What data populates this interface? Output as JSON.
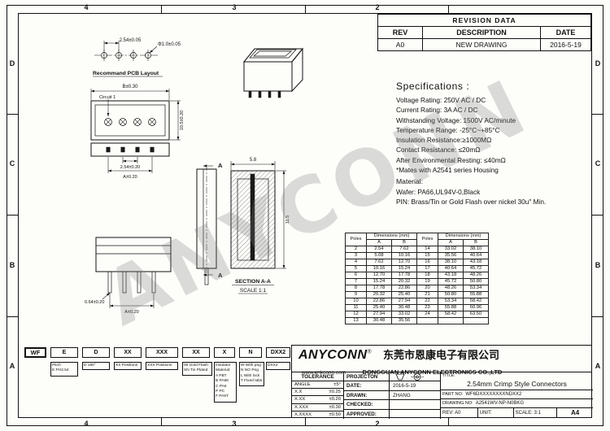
{
  "sheet": {
    "zones_top": [
      "4",
      "3",
      "2"
    ],
    "zones_bottom": [
      "4",
      "3",
      "2"
    ],
    "zones_left": [
      "D",
      "C",
      "B",
      "A"
    ],
    "zones_right": [
      "D",
      "C",
      "B",
      "A"
    ]
  },
  "revision": {
    "title": "REVISION DATA",
    "headers": [
      "REV",
      "DESCRIPTION",
      "DATE"
    ],
    "rows": [
      {
        "rev": "A0",
        "description": "NEW DRAWING",
        "date": "2016-5-19"
      }
    ]
  },
  "views": {
    "pcb": {
      "title": "Recommand PCB Layout",
      "dim_pitch": "2.54±0.05",
      "dim_hole": "Φ1.0±0.05"
    },
    "front": {
      "circuit_label": "Circuit 1",
      "dim_width": "B±0.30",
      "dim_height": "10.5±0.20",
      "dim_pitch": "2.54±0.20",
      "dim_span": "A±0.20"
    },
    "bottom": {
      "dim_pin": "0.64±0.20",
      "dim_span": "A±0.20"
    },
    "section": {
      "label": "SECTION A-A",
      "scale": "SCALE 1:1",
      "dim_top": "5.8",
      "dim_height": "11.5",
      "cut_marker": "A"
    }
  },
  "specs": {
    "title": "Specifications :",
    "lines": [
      "Voltage Rating: 250V AC / DC",
      "Current Rating: 3A  AC / DC",
      "Withstanding Voltage: 1500V AC/minute",
      "Temperature Range: -25°C~+85°C",
      "Insulation Resistance:≥1000MΩ",
      "Contact Resistance: ≤20mΩ",
      "After Environmental Resting:  ≤40mΩ",
      "*Mates with  A2541 series Housing"
    ],
    "material_title": "Material:",
    "material_lines": [
      "Wafer: PA66,UL94V-0,Black",
      "PIN: Brass/Tin or Gold Flash over nickel 30u\" Min."
    ]
  },
  "dim_table": {
    "poles_header": "Poles",
    "dims_header": "Dimensions (mm)",
    "col_a": "A",
    "col_b": "B",
    "rows": [
      [
        "2",
        "2.54",
        "7.62",
        "14",
        "33.02",
        "38.10"
      ],
      [
        "3",
        "5.08",
        "10.16",
        "15",
        "35.56",
        "40.64"
      ],
      [
        "4",
        "7.62",
        "12.70",
        "16",
        "38.10",
        "43.18"
      ],
      [
        "5",
        "10.16",
        "15.24",
        "17",
        "40.64",
        "45.72"
      ],
      [
        "6",
        "12.70",
        "17.78",
        "18",
        "43.18",
        "48.26"
      ],
      [
        "7",
        "15.24",
        "20.32",
        "19",
        "45.72",
        "50.80"
      ],
      [
        "8",
        "17.78",
        "22.86",
        "20",
        "48.26",
        "53.34"
      ],
      [
        "9",
        "20.32",
        "25.40",
        "21",
        "50.80",
        "55.88"
      ],
      [
        "10",
        "22.86",
        "27.94",
        "22",
        "53.34",
        "58.42"
      ],
      [
        "11",
        "25.40",
        "30.48",
        "23",
        "55.88",
        "60.96"
      ],
      [
        "12",
        "27.94",
        "33.02",
        "24",
        "58.42",
        "63.50"
      ],
      [
        "13",
        "30.48",
        "35.56",
        "",
        "",
        ""
      ]
    ]
  },
  "ordering": {
    "codes": [
      "WF",
      "E",
      "D",
      "XX",
      "XXX",
      "XX",
      "X",
      "N",
      "DXX2"
    ],
    "pitch": [
      "Pitch",
      "E PH2.54"
    ],
    "angle": [
      "D 180°"
    ],
    "positions2": [
      "XX Positions"
    ],
    "positions3": [
      "XXX Positions"
    ],
    "plating": [
      "00 Gold Flash",
      "SN Tin Plated"
    ],
    "insulator": [
      "Insulator",
      "Material:",
      "A PBT",
      "B PA66",
      "C PA6",
      "P PC",
      "F PA9T"
    ],
    "options": [
      "W With peg",
      "N NO Peg",
      "L With lock",
      "T Fixed tabs"
    ],
    "series": [
      "DXX2"
    ]
  },
  "title_block": {
    "brand": "ANYCONN",
    "reg_mark": "®",
    "company_cn": "东莞市恩康电子有限公司",
    "website": "www.enkconn.com",
    "company_en": "DONGGUAN ANYCONN ELECTRONICS CO.,LTD",
    "tolerance_title": "TOLERANCE",
    "tolerance_rows": [
      {
        "label": "ANGLE",
        "value": "±5°"
      },
      {
        "label": "X.X",
        "value": "±0.25"
      },
      {
        "label": "X.XX",
        "value": "±0.20"
      },
      {
        "label": "X.XXX",
        "value": "±0.30"
      },
      {
        "label": "X.XXXX",
        "value": "±0.50"
      }
    ],
    "projection_label": "PROJECTON",
    "rows": {
      "date_label": "DATE:",
      "date_value": "2016-5-19",
      "drawn_label": "DRAWN:",
      "drawn_value": "ZHANG",
      "checked_label": "CHECKED:",
      "checked_value": "",
      "approved_label": "APPROVED:",
      "approved_value": ""
    },
    "title_label": "TITLE:",
    "title_value": "2.54mm Crimp Style Connectors",
    "part_no_label": "PART NO:",
    "part_no_value": "WF6DXXXXXXXXNDXX2",
    "drawing_no_label": "DRAWING NO:",
    "drawing_no_value": "A2541WV-NP-N0BKG",
    "rev_label": "REV:",
    "rev_value": "A0",
    "unit_label": "UNIT:",
    "unit_value": "",
    "scale_label": "SCALE:",
    "scale_value": "3:1",
    "size_value": "A4"
  },
  "watermark": "ANYCONN"
}
